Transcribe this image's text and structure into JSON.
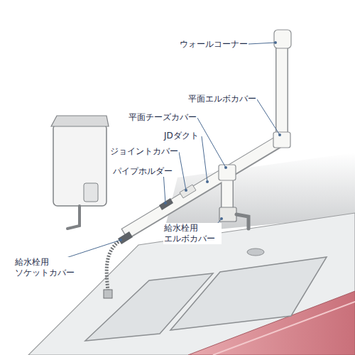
{
  "diagram": {
    "labels": [
      "ウォールコーナー",
      "平面エルボカバー",
      "平面チーズカバー",
      "JDダクト",
      "ジョイントカバー",
      "パイプホルダー",
      "給水栓用 エルボカバー",
      "給水栓用 ソケットカバー"
    ]
  }
}
